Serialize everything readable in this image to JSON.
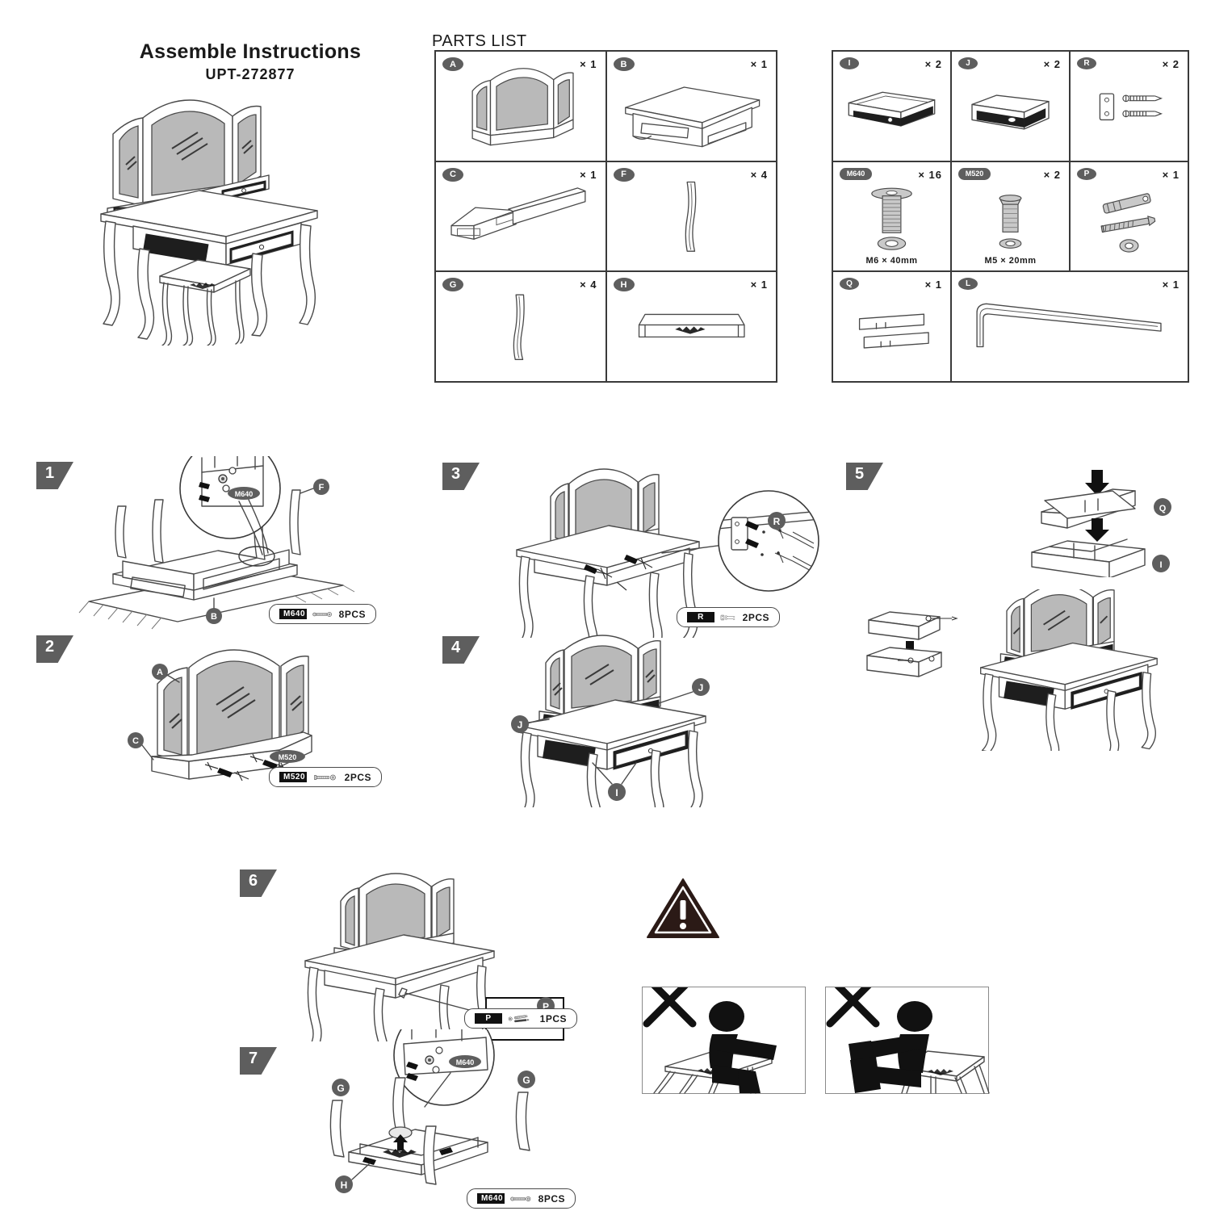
{
  "document": {
    "title": "Assemble Instructions",
    "model": "UPT-272877",
    "parts_list_heading": "PARTS LIST"
  },
  "parts_list": {
    "left_table": [
      {
        "tag": "A",
        "qty": "× 1",
        "icon": "tri-fold-mirror-icon",
        "note": ""
      },
      {
        "tag": "B",
        "qty": "× 1",
        "icon": "table-top-icon",
        "note": ""
      },
      {
        "tag": "C",
        "qty": "× 1",
        "icon": "mirror-base-rail-icon",
        "note": ""
      },
      {
        "tag": "F",
        "qty": "× 4",
        "icon": "vanity-leg-icon",
        "note": ""
      },
      {
        "tag": "G",
        "qty": "× 4",
        "icon": "stool-leg-icon",
        "note": ""
      },
      {
        "tag": "H",
        "qty": "× 1",
        "icon": "stool-seat-icon",
        "note": ""
      }
    ],
    "right_table": [
      {
        "tag": "I",
        "qty": "× 2",
        "icon": "large-drawer-icon",
        "note": ""
      },
      {
        "tag": "J",
        "qty": "× 2",
        "icon": "small-drawer-icon",
        "note": ""
      },
      {
        "tag": "R",
        "qty": "× 2",
        "icon": "bracket-and-screws-icon",
        "note": ""
      },
      {
        "tag": "M640",
        "qty": "× 16",
        "icon": "bolt-and-washer-icon",
        "note": "M6 × 40mm"
      },
      {
        "tag": "M520",
        "qty": "× 2",
        "icon": "bolt-and-washer-icon",
        "note": "M5 × 20mm"
      },
      {
        "tag": "P",
        "qty": "× 1",
        "icon": "wall-anchor-kit-icon",
        "note": ""
      },
      {
        "tag": "Q",
        "qty": "× 1",
        "icon": "drawer-divider-icon",
        "note": ""
      },
      {
        "tag": "L",
        "qty": "× 1",
        "icon": "hex-key-icon",
        "note": ""
      }
    ]
  },
  "steps": [
    {
      "number": "1",
      "part_callouts": [
        "F",
        "B"
      ],
      "inline_code": "M640",
      "hardware": {
        "code": "M640",
        "pcs": "8PCS",
        "icon": "bolt-icon"
      }
    },
    {
      "number": "2",
      "part_callouts": [
        "A",
        "C"
      ],
      "inline_code": "M520",
      "hardware": {
        "code": "M520",
        "pcs": "2PCS",
        "icon": "bolt-icon"
      }
    },
    {
      "number": "3",
      "part_callouts": [
        "R"
      ],
      "inline_code": "",
      "hardware": {
        "code": "R",
        "pcs": "2PCS",
        "icon": "bracket-screw-icon"
      }
    },
    {
      "number": "4",
      "part_callouts": [
        "J",
        "J",
        "I"
      ],
      "inline_code": "",
      "hardware": null
    },
    {
      "number": "5",
      "part_callouts": [
        "Q",
        "I"
      ],
      "inline_code": "",
      "hardware": null
    },
    {
      "number": "6",
      "part_callouts": [
        "P"
      ],
      "inline_code": "",
      "hardware": {
        "code": "P",
        "pcs": "1PCS",
        "icon": "anchor-screw-icon"
      }
    },
    {
      "number": "7",
      "part_callouts": [
        "G",
        "G",
        "H"
      ],
      "inline_code": "M640",
      "hardware": {
        "code": "M640",
        "pcs": "8PCS",
        "icon": "bolt-icon"
      }
    }
  ],
  "warning": {
    "icon": "warning-triangle-icon",
    "panels": [
      {
        "icon": "no-sitting-on-stool-edge-left-icon",
        "mark": "cross-mark-icon"
      },
      {
        "icon": "no-sitting-on-stool-edge-right-icon",
        "mark": "cross-mark-icon"
      }
    ]
  }
}
